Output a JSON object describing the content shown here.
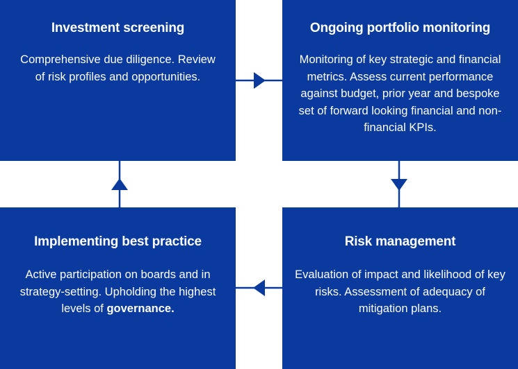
{
  "boxes": {
    "screening": {
      "title": "Investment screening",
      "body": "Comprehensive due diligence. Review of risk profiles and opportunities."
    },
    "monitoring": {
      "title": "Ongoing portfolio monitoring",
      "body": "Monitoring of key strategic and financial metrics. Assess current performance against budget, prior year and bespoke set of forward looking financial and non-financial KPIs."
    },
    "best_practice": {
      "title": "Implementing best practice",
      "body_prefix": "Active participation on boards and in strategy-setting. Upholding the highest levels of ",
      "body_bold": "governance."
    },
    "risk": {
      "title": "Risk management",
      "body": "Evaluation of impact and likelihood of key risks. Assessment of adequacy of mitigation plans."
    }
  },
  "colors": {
    "box_fill": "#0a3a9e",
    "arrow": "#0a3a9e",
    "text": "#ffffff",
    "background": "#ffffff"
  }
}
